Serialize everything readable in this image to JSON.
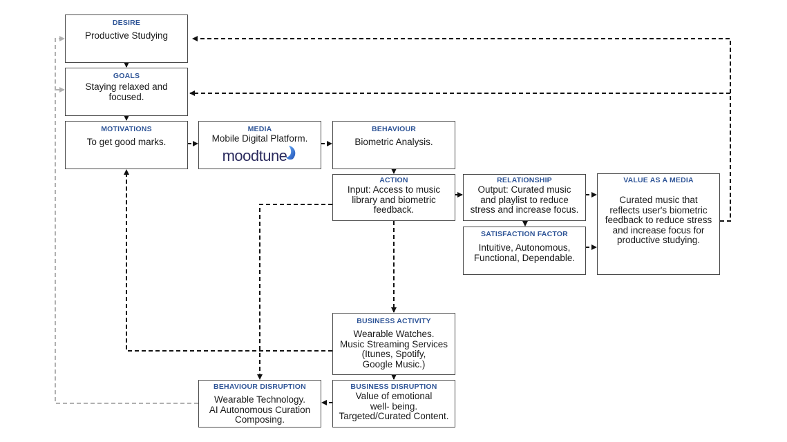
{
  "boxes": {
    "desire": {
      "title": "DESIRE",
      "body": "Productive Studying"
    },
    "goals": {
      "title": "GOALS",
      "body": "Staying relaxed and\nfocused."
    },
    "motivations": {
      "title": "MOTIVATIONS",
      "body": "To get good marks."
    },
    "media": {
      "title": "MEDIA",
      "body": "Mobile Digital Platform.",
      "logo_text": "moodtune"
    },
    "behaviour": {
      "title": "BEHAVIOUR",
      "body": "Biometric Analysis."
    },
    "action": {
      "title": "ACTION",
      "body": "Input: Access to music\nlibrary and biometric\nfeedback."
    },
    "relationship": {
      "title": "RELATIONSHIP",
      "body": "Output: Curated music\nand playlist to reduce\nstress and increase focus."
    },
    "satisfaction": {
      "title": "SATISFACTION FACTOR",
      "body": "Intuitive, Autonomous,\nFunctional, Dependable."
    },
    "value": {
      "title": "VALUE AS A MEDIA",
      "body": "Curated music that\nreflects user's biometric\nfeedback to reduce stress\nand increase focus for\nproductive studying."
    },
    "business_activity": {
      "title": "BUSINESS ACTIVITY",
      "body": "Wearable Watches.\nMusic Streaming Services\n(Itunes, Spotify,\nGoogle Music.)"
    },
    "business_disruption": {
      "title": "BUSINESS DISRUPTION",
      "body": "Value of emotional\nwell- being.\nTargeted/Curated Content."
    },
    "behaviour_disruption": {
      "title": "BEHAVIOUR DISRUPTION",
      "body": "Wearable Technology.\nAI Autonomous Curation\nComposing."
    }
  },
  "colors": {
    "title": "#2f5597",
    "border": "#4a4a4a",
    "connector": "#111111",
    "connector_muted": "#b0b0b0"
  }
}
